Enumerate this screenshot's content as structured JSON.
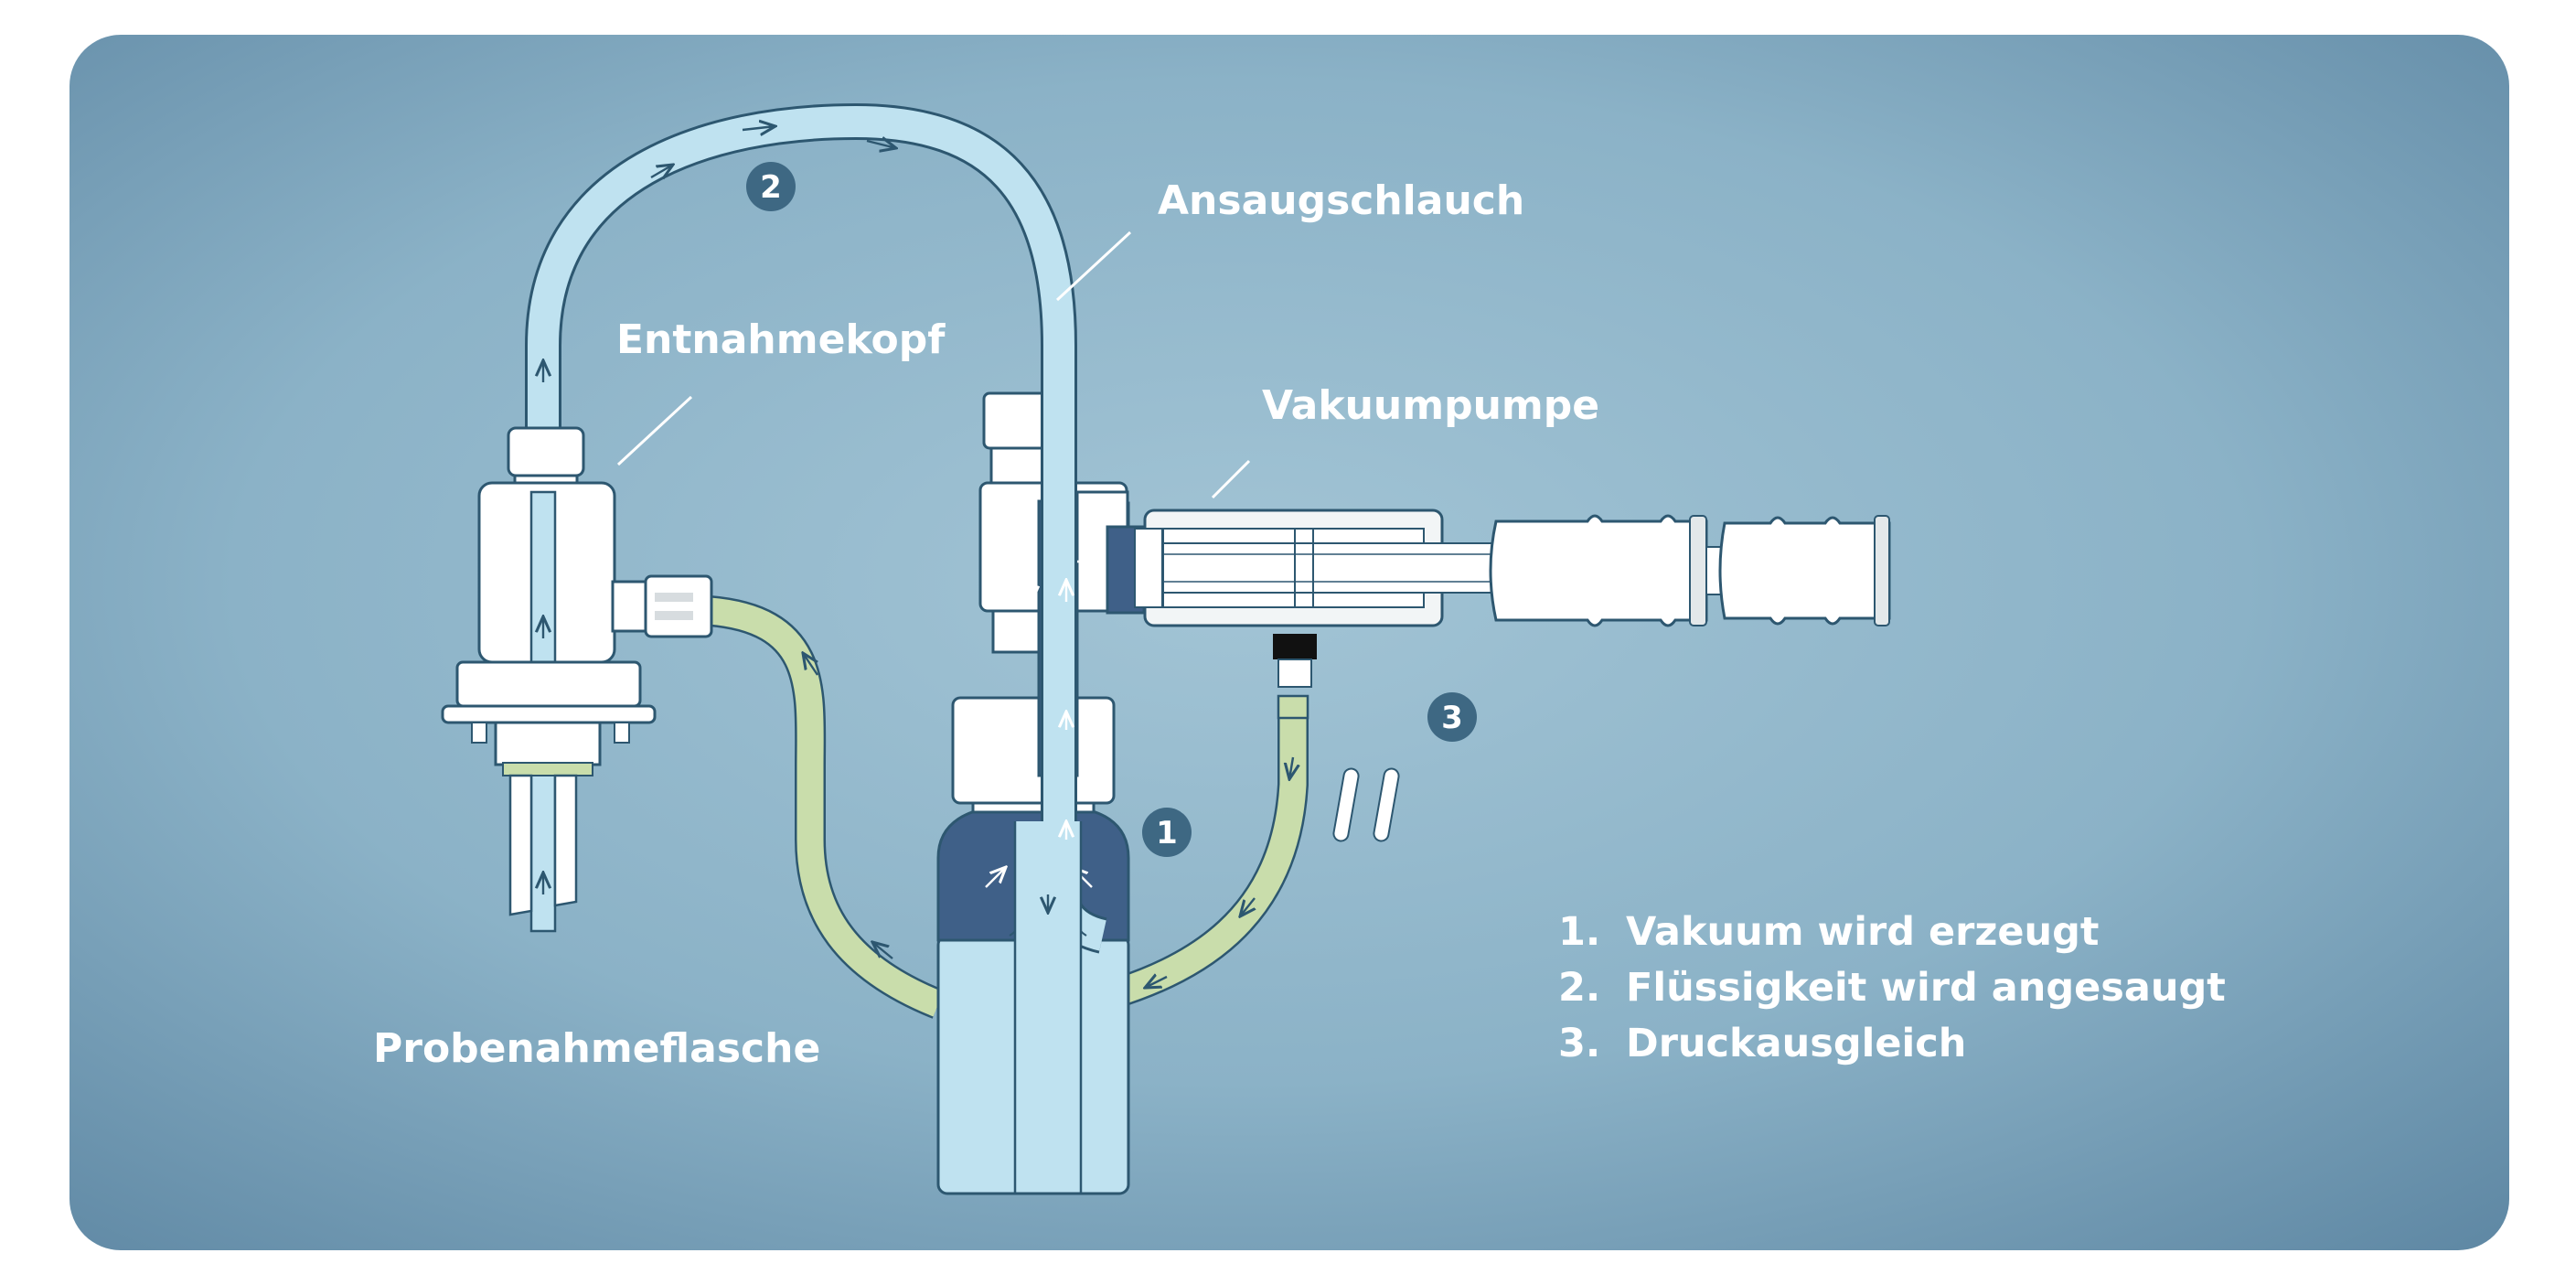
{
  "labels": {
    "entnahmekopf": "Entnahmekopf",
    "ansaugschlauch": "Ansaugschlauch",
    "vakuumpumpe": "Vakuumpumpe",
    "probenahmeflasche": "Probenahmeflasche"
  },
  "badges": [
    "1",
    "2",
    "3"
  ],
  "legend": [
    {
      "num": "1.",
      "text": "Vakuum wird erzeugt"
    },
    {
      "num": "2.",
      "text": "Flüssigkeit wird angesaugt"
    },
    {
      "num": "3.",
      "text": "Druckausgleich"
    }
  ],
  "colors": {
    "background": "#8fb5c9",
    "outline": "#2d5770",
    "tube_blue": "#bfe2f0",
    "tube_green": "#c9ddab",
    "vacuum_dark": "#3f6088",
    "badge": "#3e6883",
    "label": "#ffffff"
  }
}
